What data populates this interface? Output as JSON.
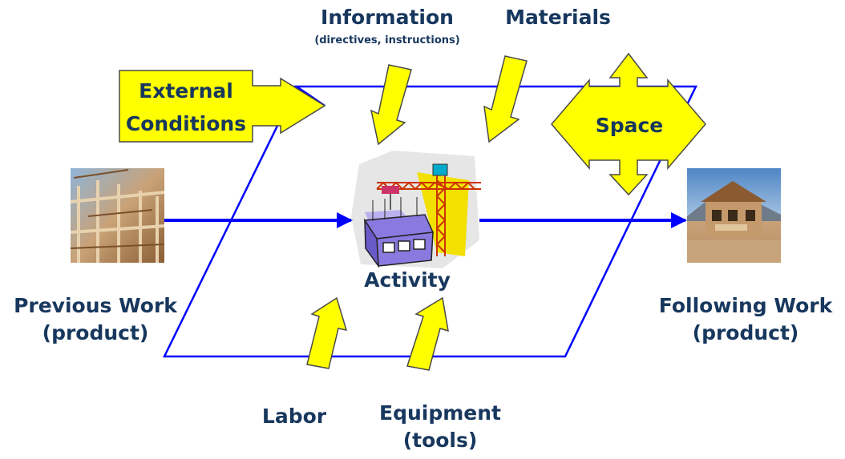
{
  "labels": {
    "information": "Information",
    "information_sub": "(directives, instructions)",
    "materials": "Materials",
    "external_line1": "External",
    "external_line2": "Conditions",
    "space": "Space",
    "activity": "Activity",
    "previous_line1": "Previous Work",
    "previous_line2": "(product)",
    "following_line1": "Following Work",
    "following_line2": "(product)",
    "labor": "Labor",
    "equipment_line1": "Equipment",
    "equipment_line2": "(tools)"
  },
  "colors": {
    "text": "#17375e",
    "line": "#0000ff",
    "arrow_fill": "#ffff00",
    "arrow_stroke": "#4a4a4a"
  },
  "icons": [
    "construction-crane-icon",
    "house-frame-photo",
    "finished-house-photo"
  ]
}
